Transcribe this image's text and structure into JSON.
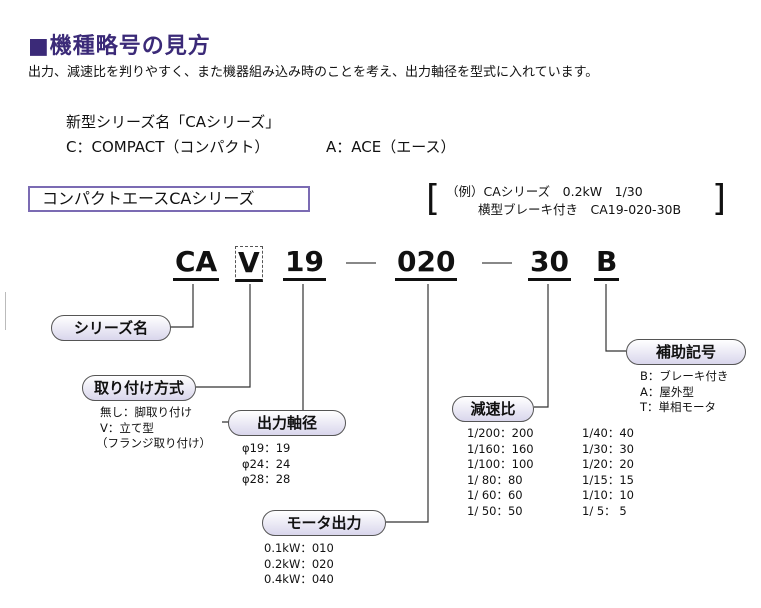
{
  "header": {
    "title": "■機種略号の見方",
    "subtitle": "出力、減速比を判りやすく、また機器組み込み時のことを考え、出力軸径を型式に入れています。"
  },
  "intro": {
    "line1": "新型シリーズ名「CAシリーズ」",
    "line2_c": "C：COMPACT（コンパクト）",
    "line2_a": "A：ACE（エース）"
  },
  "series_box": "コンパクトエースCAシリーズ",
  "example": {
    "label": "（例）CAシリーズ　0.2kW　1/30",
    "line2": "横型ブレーキ付き　CA19-020-30B"
  },
  "code": {
    "parts": [
      "CA",
      "V",
      "19",
      "020",
      "30",
      "B"
    ]
  },
  "labels": {
    "series_name": "シリーズ名",
    "mounting": "取り付け方式",
    "output_shaft": "出力軸径",
    "reduction": "減速比",
    "motor_output": "モータ出力",
    "auxiliary": "補助記号"
  },
  "mounting_options": [
    "無し：脚取り付け",
    "V：立て型",
    "（フランジ取り付け）"
  ],
  "shaft_options": [
    "φ19：19",
    "φ24：24",
    "φ28：28"
  ],
  "reduction_col1": [
    "1/200：200",
    "1/160：160",
    "1/100：100",
    "1/  80：80",
    "1/  60：60",
    "1/  50：50"
  ],
  "reduction_col2": [
    "1/40：40",
    "1/30：30",
    "1/20：20",
    "1/15：15",
    "1/10：10",
    "1/  5：  5"
  ],
  "motor_options": [
    "0.1kW：010",
    "0.2kW：020",
    "0.4kW：040"
  ],
  "auxiliary_options": [
    "B：ブレーキ付き",
    "A：屋外型",
    "T：単相モータ"
  ],
  "colors": {
    "title": "#3b2a78",
    "box_border": "#7b6bb3",
    "pill_fill": "#d9d6ec"
  }
}
